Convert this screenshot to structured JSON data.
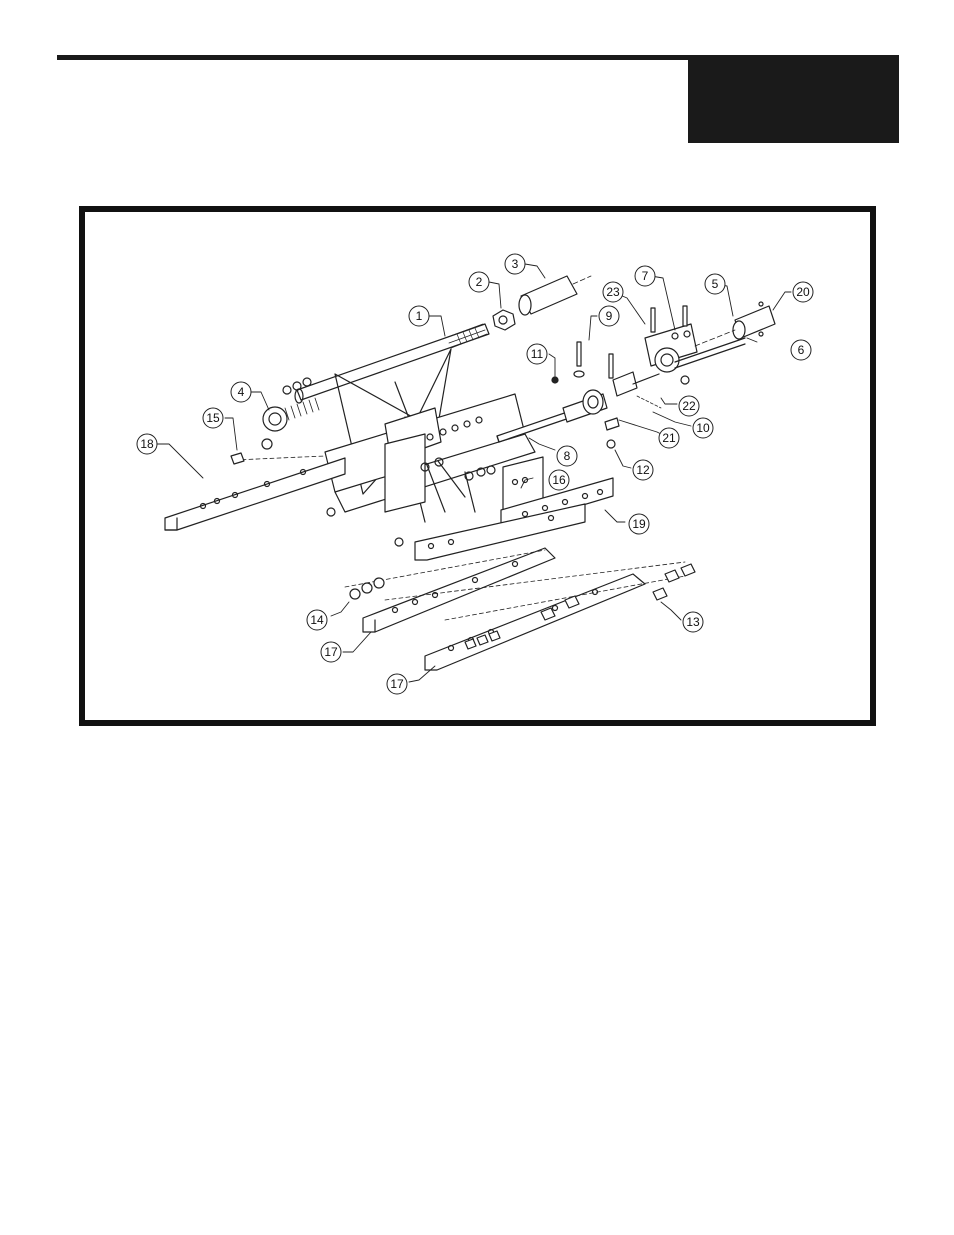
{
  "header": {
    "rule_color": "#1a1a1a",
    "block_color": "#1a1a1a"
  },
  "diagram": {
    "callouts": [
      {
        "label": "1"
      },
      {
        "label": "2"
      },
      {
        "label": "3"
      },
      {
        "label": "4"
      },
      {
        "label": "5"
      },
      {
        "label": "6"
      },
      {
        "label": "7"
      },
      {
        "label": "8"
      },
      {
        "label": "9"
      },
      {
        "label": "10"
      },
      {
        "label": "11"
      },
      {
        "label": "12"
      },
      {
        "label": "13"
      },
      {
        "label": "14"
      },
      {
        "label": "15"
      },
      {
        "label": "16"
      },
      {
        "label": "17"
      },
      {
        "label": "17"
      },
      {
        "label": "18"
      },
      {
        "label": "19"
      },
      {
        "label": "20"
      },
      {
        "label": "21"
      },
      {
        "label": "22"
      },
      {
        "label": "23"
      }
    ]
  }
}
